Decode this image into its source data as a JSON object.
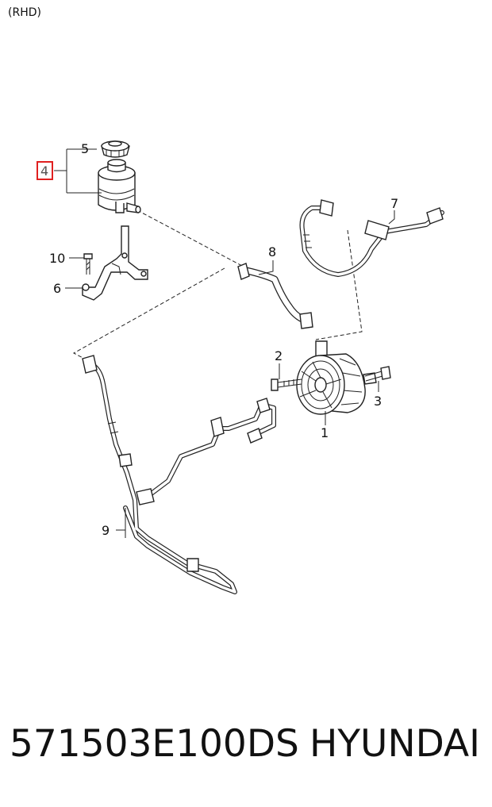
{
  "note": "(RHD)",
  "callouts": [
    {
      "id": "1",
      "label": "1"
    },
    {
      "id": "2",
      "label": "2"
    },
    {
      "id": "3",
      "label": "3"
    },
    {
      "id": "4",
      "label": "4",
      "highlighted": true
    },
    {
      "id": "5",
      "label": "5"
    },
    {
      "id": "6",
      "label": "6"
    },
    {
      "id": "7",
      "label": "7"
    },
    {
      "id": "8",
      "label": "8"
    },
    {
      "id": "9",
      "label": "9"
    },
    {
      "id": "10",
      "label": "10"
    }
  ],
  "highlight_color": "#e02020",
  "footer": {
    "part_number": "571503E100DS",
    "brand": "HYUNDAI"
  }
}
